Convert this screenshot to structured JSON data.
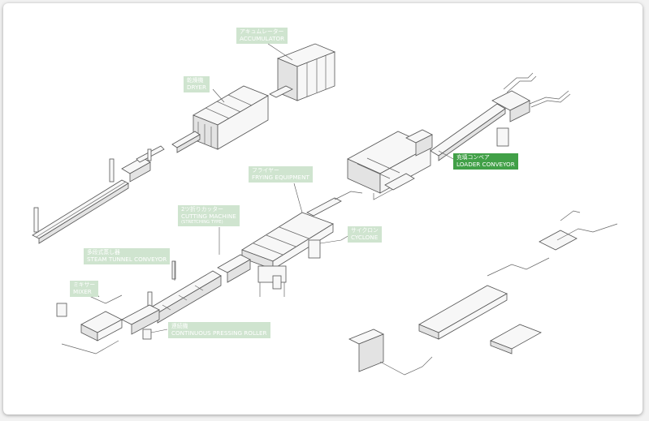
{
  "labels": {
    "accumulator": {
      "jp": "アキュムレーター",
      "en": "ACCUMULATOR"
    },
    "dryer": {
      "jp": "乾燥機",
      "en": "DRYER"
    },
    "frying": {
      "jp": "フライヤー",
      "en": "FRYING EQUIPMENT"
    },
    "cutting": {
      "jp": "2ツ折りカッター",
      "en": "CUTTING MACHINE",
      "sub": "(STRETCHING TYPE)"
    },
    "cyclone": {
      "jp": "サイクロン",
      "en": "CYCLONE"
    },
    "steam": {
      "jp": "多段式蒸し器",
      "en": "STEAM TUNNEL CONVEYOR"
    },
    "mixer": {
      "jp": "ミキサー",
      "en": "MIXER"
    },
    "pressing": {
      "jp": "連続機",
      "en": "CONTINUOUS PRESSING ROLLER"
    },
    "loader": {
      "jp": "充填コンベア",
      "en": "LOADER CONVEYOR"
    }
  },
  "colors": {
    "label_bg": "#cfe4cf",
    "active_bg": "#41a047",
    "label_text": "#ffffff"
  }
}
